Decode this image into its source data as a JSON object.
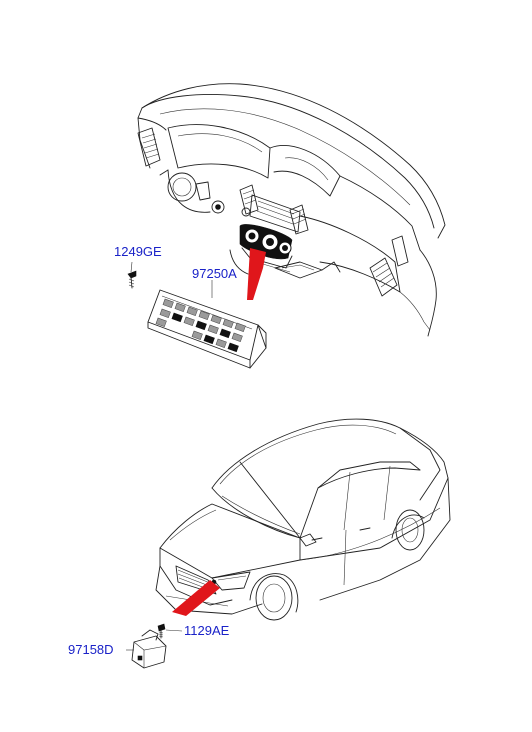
{
  "labels": {
    "clip_upper": "1249GE",
    "control_unit": "97250A",
    "screw_lower": "1129AE",
    "sensor": "97158D"
  },
  "colors": {
    "label_text": "#1a22c8",
    "pointer_arrow": "#e0161b",
    "line_art": "#222222"
  }
}
